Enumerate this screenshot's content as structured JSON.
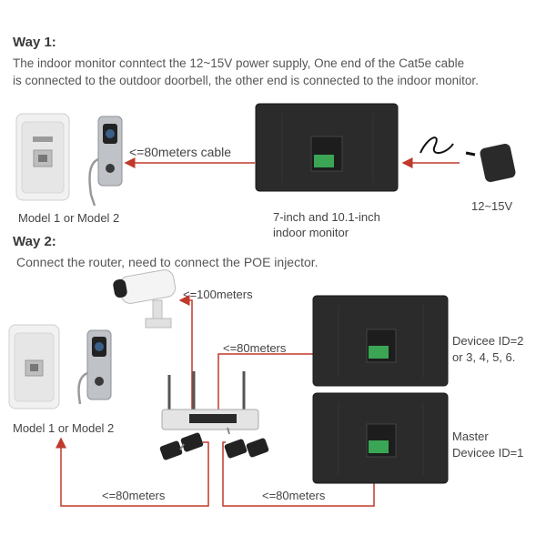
{
  "way1": {
    "heading": "Way 1:",
    "line1": "The indoor monitor conntect the 12~15V power supply,  One end of the Cat5e cable",
    "line2": "is connected to the outdoor doorbell, the other end is connected to the indoor monitor.",
    "cable_label": "<=80meters cable",
    "model_label": "Model 1 or Model 2",
    "monitor_label_1": "7-inch and 10.1-inch",
    "monitor_label_2": "indoor monitor",
    "power_label": "12~15V"
  },
  "way2": {
    "heading": "Way 2:",
    "line1": "Connect the router, need to connect the POE injector.",
    "camera_label": "<=100meters",
    "monitor_cable_label": "<=80meters",
    "model_label": "Model 1 or Model 2",
    "device_label_1": "Devicee ID=2",
    "device_label_2": "or 3, 4, 5, 6.",
    "master_label_1": "Master",
    "master_label_2": "Devicee ID=1",
    "bottom_left_label": "<=80meters",
    "bottom_right_label": "<=80meters"
  },
  "colors": {
    "arrow": "#c0392b",
    "monitor": "#2b2b2b",
    "board": "#3aa655"
  }
}
